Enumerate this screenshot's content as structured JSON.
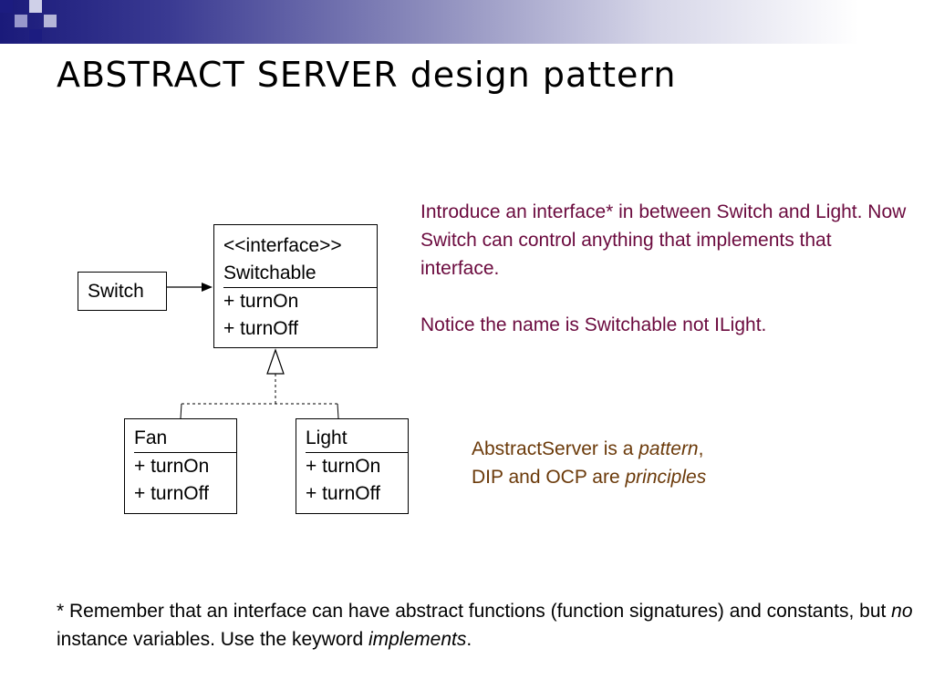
{
  "slide": {
    "title": "ABSTRACT SERVER design pattern"
  },
  "diagram": {
    "switch_box": {
      "name": "Switch"
    },
    "switchable_box": {
      "stereotype": "<<interface>>",
      "name": "Switchable",
      "methods": [
        "+ turnOn",
        "+ turnOff"
      ]
    },
    "fan_box": {
      "name": "Fan",
      "methods": [
        "+ turnOn",
        "+ turnOff"
      ]
    },
    "light_box": {
      "name": "Light",
      "methods": [
        "+ turnOn",
        "+ turnOff"
      ]
    }
  },
  "notes": {
    "intro": "Introduce an interface* in between Switch and Light.  Now Switch can control anything that implements that interface.",
    "naming": "Notice the name is Switchable not ILight.",
    "pattern_line1_prefix": "AbstractServer is a ",
    "pattern_line1_em": "pattern",
    "pattern_line1_suffix": ",",
    "pattern_line2_prefix": "DIP and OCP are ",
    "pattern_line2_em": "principles"
  },
  "footnote": {
    "part1": "* Remember that an interface can have abstract functions (function signatures) and constants, but ",
    "em1": "no",
    "part2": " instance variables. Use the keyword ",
    "em2": "implements",
    "part3": "."
  },
  "colors": {
    "header_dark": "#1a1a7a",
    "note_text": "#6b0a3e",
    "pattern_text": "#6b3a0a"
  }
}
